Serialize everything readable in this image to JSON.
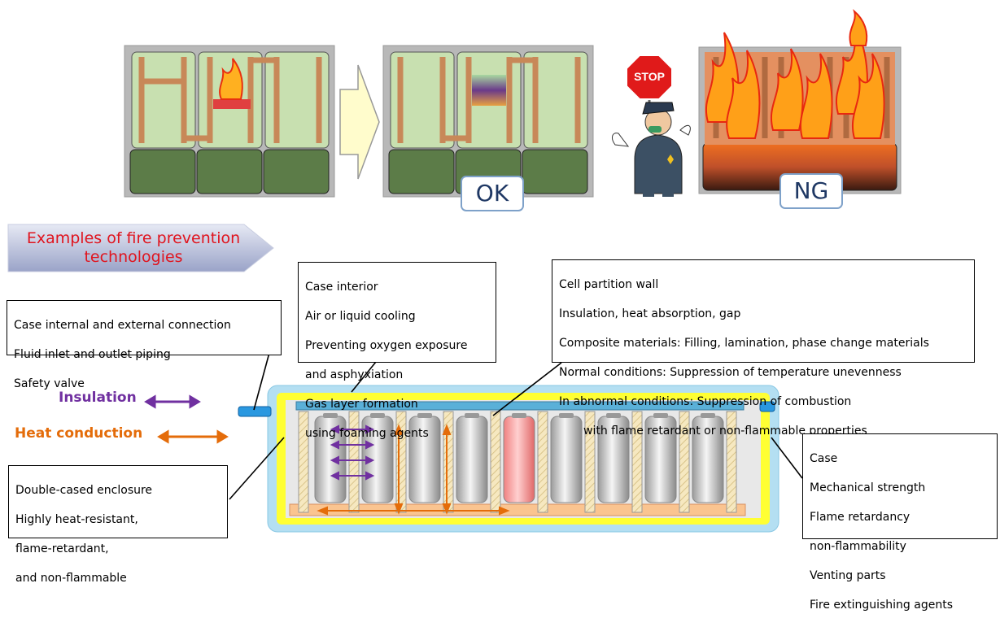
{
  "status": {
    "ok": "OK",
    "ng": "NG",
    "stop": "STOP"
  },
  "banner": {
    "line1": "Examples of fire prevention",
    "line2": "technologies"
  },
  "legend": {
    "insulation": "Insulation",
    "heat_conduction": "Heat conduction",
    "insulation_color": "#7030a0",
    "heat_color": "#e46c0a"
  },
  "callouts": {
    "connection": [
      "Case internal and external connection",
      "Fluid inlet and outlet piping",
      "Safety valve"
    ],
    "interior": [
      "Case interior",
      "Air or liquid cooling",
      "Preventing oxygen exposure",
      "and asphyxiation",
      "Gas layer formation",
      "using foaming agents"
    ],
    "partition": [
      "Cell partition wall",
      "Insulation, heat absorption, gap",
      "Composite materials: Filling, lamination, phase change materials",
      "Normal conditions: Suppression of temperature unevenness",
      "In abnormal conditions: Suppression of combustion"
    ],
    "partition_indent": "with flame retardant or non-flammable properties",
    "enclosure": [
      "Double-cased enclosure",
      "Highly heat-resistant,",
      "flame-retardant,",
      "and non-flammable"
    ],
    "case": [
      "Case",
      "Mechanical strength",
      "Flame retardancy",
      "non-flammability",
      "Venting parts",
      "Fire extinguishing agents"
    ]
  }
}
